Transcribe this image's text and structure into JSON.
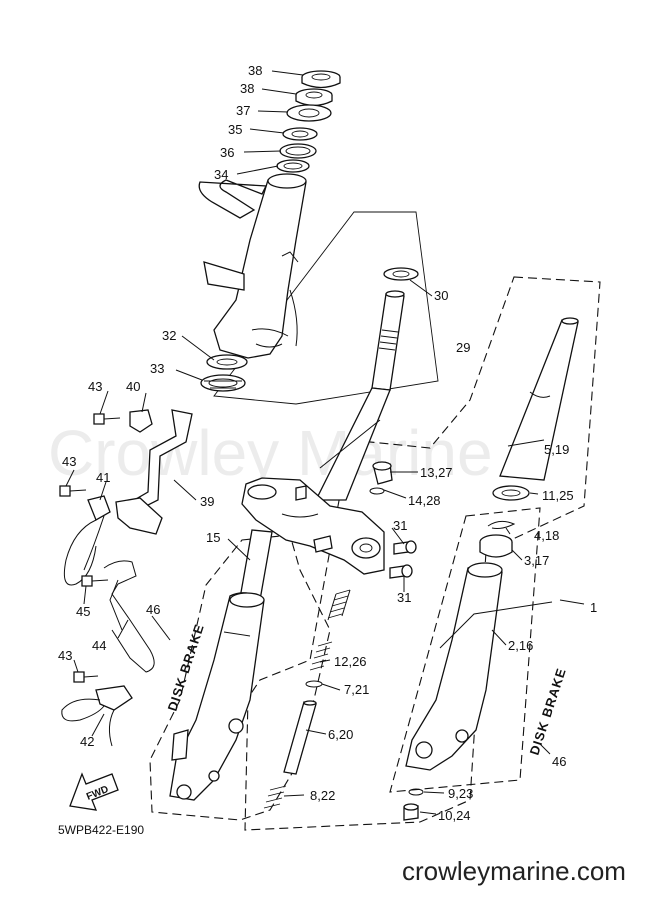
{
  "diagram": {
    "watermark": "Crowley Marine",
    "drawing_code": "5WPB422-E190",
    "website": "crowleymarine.com",
    "disk_brake_labels": [
      "DISK BRAKE",
      "DISK BRAKE"
    ],
    "fwd_label": "FWD",
    "part_labels": [
      {
        "id": "38a",
        "text": "38"
      },
      {
        "id": "38b",
        "text": "38"
      },
      {
        "id": "37",
        "text": "37"
      },
      {
        "id": "35",
        "text": "35"
      },
      {
        "id": "36",
        "text": "36"
      },
      {
        "id": "34",
        "text": "34"
      },
      {
        "id": "30",
        "text": "30"
      },
      {
        "id": "29",
        "text": "29"
      },
      {
        "id": "32",
        "text": "32"
      },
      {
        "id": "33",
        "text": "33"
      },
      {
        "id": "43a",
        "text": "43"
      },
      {
        "id": "40",
        "text": "40"
      },
      {
        "id": "43b",
        "text": "43"
      },
      {
        "id": "41",
        "text": "41"
      },
      {
        "id": "39",
        "text": "39"
      },
      {
        "id": "5_19",
        "text": "5,19"
      },
      {
        "id": "13_27",
        "text": "13,27"
      },
      {
        "id": "14_28",
        "text": "14,28"
      },
      {
        "id": "11_25",
        "text": "11,25"
      },
      {
        "id": "4_18",
        "text": "4,18"
      },
      {
        "id": "31a",
        "text": "31"
      },
      {
        "id": "15",
        "text": "15"
      },
      {
        "id": "3_17",
        "text": "3,17"
      },
      {
        "id": "31b",
        "text": "31"
      },
      {
        "id": "45",
        "text": "45"
      },
      {
        "id": "1",
        "text": "1"
      },
      {
        "id": "46a",
        "text": "46"
      },
      {
        "id": "44",
        "text": "44"
      },
      {
        "id": "2_16",
        "text": "2,16"
      },
      {
        "id": "12_26",
        "text": "12,26"
      },
      {
        "id": "43c",
        "text": "43"
      },
      {
        "id": "7_21",
        "text": "7,21"
      },
      {
        "id": "6_20",
        "text": "6,20"
      },
      {
        "id": "42",
        "text": "42"
      },
      {
        "id": "46b",
        "text": "46"
      },
      {
        "id": "9_23",
        "text": "9,23"
      },
      {
        "id": "8_22",
        "text": "8,22"
      },
      {
        "id": "10_24",
        "text": "10,24"
      }
    ]
  }
}
